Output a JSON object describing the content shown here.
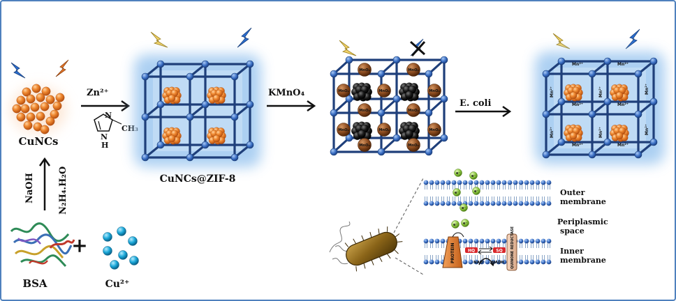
{
  "labels": {
    "cuncs": "CuNCs",
    "zn": "Zn²⁺",
    "kmno4": "KMnO₄",
    "ecoli": "E. coli",
    "cuncs_zif8": "CuNCs@ZIF-8",
    "naoh": "NaOH",
    "hydrazine": "N₂H₄.H₂O",
    "bsa": "BSA",
    "plus": "+",
    "cu2": "Cu²⁺",
    "imid_n": "N",
    "imid_nh": "N",
    "imid_h": "H",
    "imid_ch3": "CH₃",
    "mno2": "MnO₂",
    "mn2": "Mn²⁺",
    "outer_membrane": [
      "Outer",
      "membrane"
    ],
    "periplasmic_space": [
      "Periplasmic",
      "space"
    ],
    "inner_membrane": [
      "Inner",
      "membrane"
    ],
    "protein": "PROTEIN",
    "reductase": "QUINONE REDUCTASE",
    "nad": "NAD⁺",
    "nadh": "NADH",
    "hq": "HQ",
    "sq": "SQ",
    "electron": "e⁻"
  },
  "colors": {
    "frame": "#4f81bd",
    "lattice": "#1f3f7a",
    "node": "#3a6fc4",
    "copper": "#e8782a",
    "mno2": "#8a4a1e",
    "black_cluster": "#111111",
    "glow": "#9ec8f0",
    "electron": "#8cc63f",
    "lightning_blue": "#2c6fd1",
    "lightning_orange": "#e8782a",
    "lightning_yellow": "#f1d36a",
    "cu_ion": "#1aa7d8"
  }
}
